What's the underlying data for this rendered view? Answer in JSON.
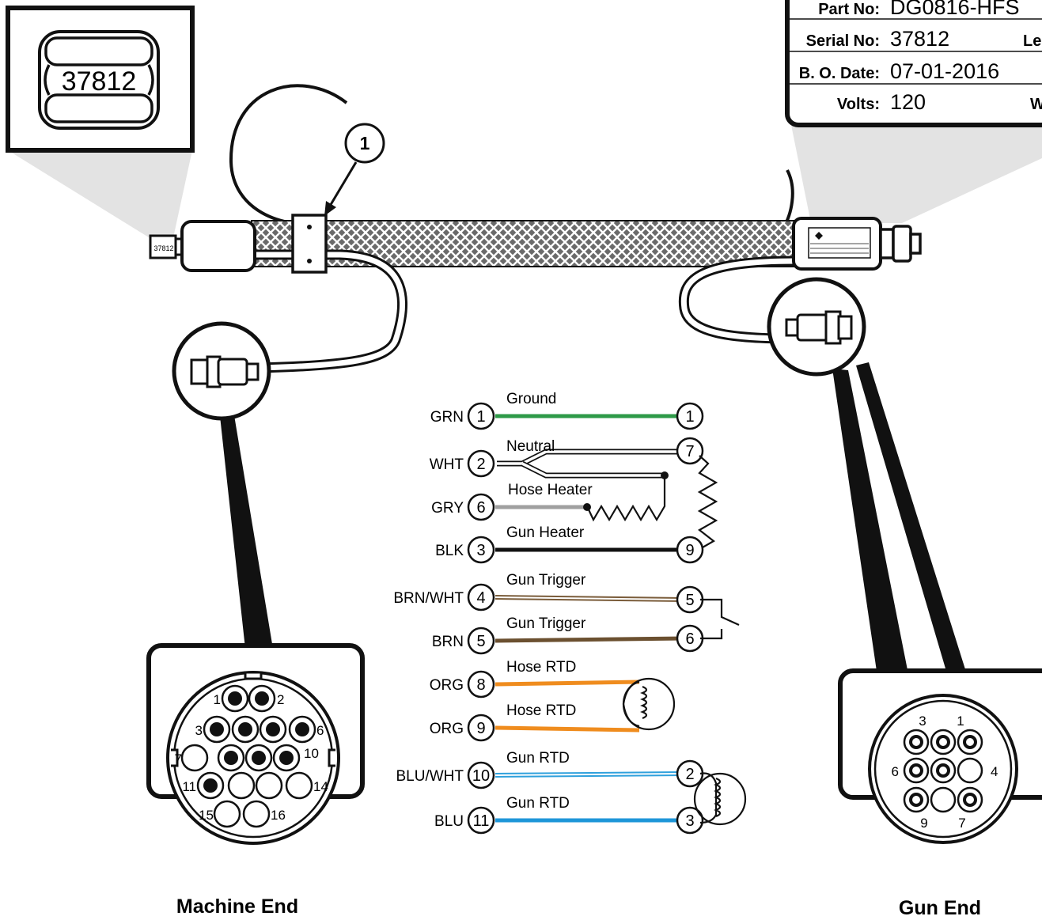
{
  "serial_display": "37812",
  "tag": {
    "part_label": "Part No:",
    "part_value": "DG0816-HFS",
    "serial_label": "Serial No:",
    "serial_value": "37812",
    "date_label": "B. O. Date:",
    "date_value": "07-01-2016",
    "volts_label": "Volts:",
    "volts_value": "120",
    "length_label_partial": "Le",
    "watts_label_partial": "W"
  },
  "callout_number": "1",
  "mini_serial": "37812",
  "wires": [
    {
      "color_code": "GRN",
      "name": "Ground",
      "left_pin": "1",
      "right_pin": "1",
      "color": "#2e9a48"
    },
    {
      "color_code": "WHT",
      "name": "Neutral",
      "left_pin": "2",
      "right_pin": "7",
      "color": "#ffffff"
    },
    {
      "color_code": "GRY",
      "name": "Hose Heater",
      "left_pin": "6",
      "right_pin": "",
      "color": "#a0a0a0"
    },
    {
      "color_code": "BLK",
      "name": "Gun Heater",
      "left_pin": "3",
      "right_pin": "9",
      "color": "#111111"
    },
    {
      "color_code": "BRN/WHT",
      "name": "Gun Trigger",
      "left_pin": "4",
      "right_pin": "5",
      "color": "#7a5c3a"
    },
    {
      "color_code": "BRN",
      "name": "Gun Trigger",
      "left_pin": "5",
      "right_pin": "6",
      "color": "#6b5030"
    },
    {
      "color_code": "ORG",
      "name": "Hose RTD",
      "left_pin": "8",
      "right_pin": "",
      "color": "#ef8c1e"
    },
    {
      "color_code": "ORG",
      "name": "Hose RTD",
      "left_pin": "9",
      "right_pin": "",
      "color": "#ef8c1e"
    },
    {
      "color_code": "BLU/WHT",
      "name": "Gun RTD",
      "left_pin": "10",
      "right_pin": "2",
      "color": "#2ea0dc"
    },
    {
      "color_code": "BLU",
      "name": "Gun RTD",
      "left_pin": "11",
      "right_pin": "3",
      "color": "#1e96d8"
    }
  ],
  "machine_pins": [
    "1",
    "2",
    "3",
    "6",
    "7",
    "10",
    "11",
    "14",
    "15",
    "16"
  ],
  "gun_pins": [
    "1",
    "3",
    "4",
    "6",
    "7",
    "9"
  ],
  "captions": {
    "machine_end": "Machine End",
    "gun_end": "Gun End"
  }
}
